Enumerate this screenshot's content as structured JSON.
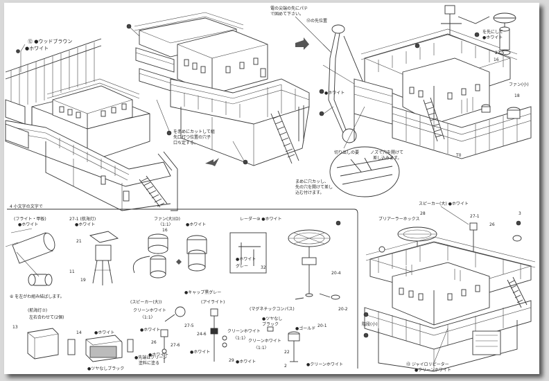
{
  "labels": {
    "deck_top": "⑫ ●ウッドブラウン",
    "deck_white": "●ホワイト",
    "cut_note_1": "を赤めにカットして組",
    "cut_note_2": "先口打つ位置の穴子",
    "cut_note_3": "口ち定する。",
    "mast_note_1": "電の尖端の先にパテ",
    "mast_note_2": "で固めて下さい。",
    "mast_top": "⑫の先位置",
    "mast_white": "●ホワイト",
    "right_27": "27-5",
    "right_white": "●ホワイト",
    "right_mesh": "を先にして",
    "right_16": "16",
    "right_fan": "ファン(小)",
    "right_18": "18",
    "right_t0": "T0",
    "detail_1": "切り出しの要",
    "detail_2": "ノズで穴を開けて",
    "detail_3": "差し込みます。",
    "hole_note_1": "まめに穴カッし、",
    "hole_note_2": "先の穴を開けて差し",
    "hole_note_3": "込む付けます。",
    "sub_title": "4 小文字の文字で",
    "part_a_title": "(フライト・甲板)",
    "part_a_white": "●ホワイト",
    "part_a_note": "⑥ を左がわ組み結ばします。",
    "part_b_title": "27-1 (航海灯)",
    "part_b_white": "●ホワイト",
    "part_b_21": "21",
    "part_b_19": "19",
    "part_b_11": "11",
    "fan_title": "ファン(大)(D)",
    "fan_sub": "〈1:1〉",
    "fan_num": "16",
    "fan_white": "●ホワイト",
    "fan_gray": "●キャップ黒グレー",
    "radar_title": "レーダー⑩ ●ホワイト",
    "radar_white": "●ホワイト",
    "radar_gray": "グレー",
    "radar_32": "32",
    "radar_20_4": "20-4",
    "radar_20_2": "20-2",
    "radar_20_1": "20-1",
    "speaker_title": "(スピーカー(大))",
    "speaker_sub": "クリーンホワイト",
    "speaker_ratio": "〈1:1〉",
    "speaker_275": "27-5",
    "speaker_white": "●ホワイト",
    "speaker_26": "26",
    "speaker_27": "27-6",
    "speaker_gray": "●ホワイト",
    "light_title": "(アイライト)",
    "light_24": "24-6",
    "light_white": "●ホワイト",
    "light_clean": "クリーンホワイト",
    "light_ratio": "〈1:1〉",
    "light_29": "29",
    "light_white2": "●ホワイト",
    "mag_title": "(マグネチックコンパス)",
    "mag_1": "●ツヤなし",
    "mag_2": "ブラック",
    "mag_gold": "●ゴールド",
    "mag_clean": "クリーンホワイト",
    "mag_ratio": "〈1:1〉",
    "mag_22": "22",
    "mag_2b": "2",
    "mag_white": "●クリーンホワイト",
    "nav_title": "(航海灯⑦)",
    "nav_sub": "左右合わせて(2個)",
    "nav_13": "13",
    "nav_white": "●ホワイト",
    "nav_14": "14",
    "nav_black": "●ツヤなしブラック",
    "nav_clear": "●先端はクリーン",
    "nav_clear2": "塗料に塗る",
    "rb_speaker": "スピーカー(大) ●ホワイト",
    "rb_radar": "ブリアーラーホックス",
    "rb_28": "28",
    "rb_27": "27-1",
    "rb_26": "26",
    "rb_3": "3",
    "rb_stair": "階段(小)",
    "rb_gyro": "⑬ ジャイロリピーター",
    "rb_gyro2": "●クリーンホワイト"
  }
}
